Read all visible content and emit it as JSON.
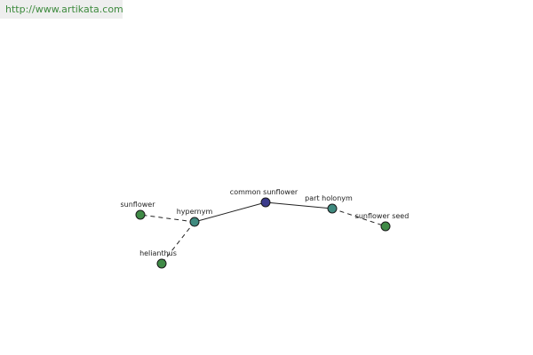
{
  "header": {
    "url": "http://www.artikata.com"
  },
  "colors": {
    "center": "#3b3b8c",
    "relation": "#3f8a7f",
    "term": "#3f8a46",
    "edge": "#222222"
  },
  "nodes": [
    {
      "id": "common-sunflower",
      "label": "common sunflower",
      "kind": "center"
    },
    {
      "id": "hypernym",
      "label": "hypernym",
      "kind": "relation"
    },
    {
      "id": "part-holonym",
      "label": "part holonym",
      "kind": "relation"
    },
    {
      "id": "sunflower",
      "label": "sunflower",
      "kind": "term"
    },
    {
      "id": "helianthus",
      "label": "helianthus",
      "kind": "term"
    },
    {
      "id": "sunflower-seed",
      "label": "sunflower seed",
      "kind": "term"
    }
  ],
  "edges": [
    {
      "from": "common-sunflower",
      "to": "hypernym",
      "style": "solid"
    },
    {
      "from": "common-sunflower",
      "to": "part-holonym",
      "style": "solid"
    },
    {
      "from": "hypernym",
      "to": "sunflower",
      "style": "dashed"
    },
    {
      "from": "hypernym",
      "to": "helianthus",
      "style": "dashed"
    },
    {
      "from": "part-holonym",
      "to": "sunflower-seed",
      "style": "dashed"
    }
  ]
}
